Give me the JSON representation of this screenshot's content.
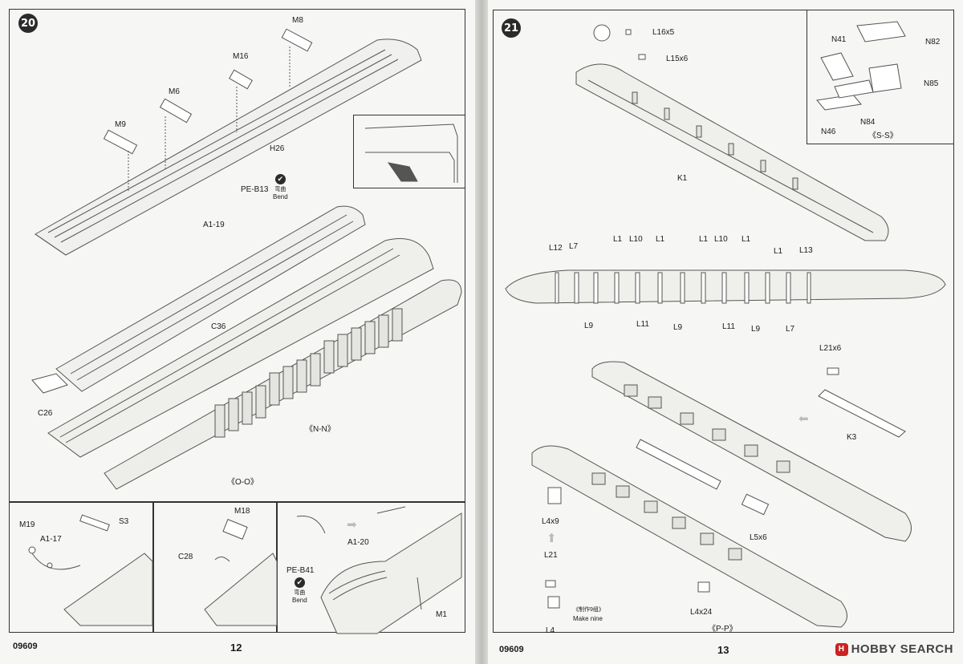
{
  "left_page": {
    "catalog_no": "09609",
    "page_no": "12",
    "step": "20",
    "labels": {
      "m8": "M8",
      "m16": "M16",
      "m6": "M6",
      "m9": "M9",
      "h26": "H26",
      "pe_b13": "PE-B13",
      "a1_19": "A1-19",
      "c36": "C36",
      "c26": "C26",
      "nn": "《N-N》",
      "oo": "《O-O》"
    },
    "bend_cn": "弯曲",
    "bend_en": "Bend",
    "sub_steps": {
      "s1": {
        "m19": "M19",
        "a1_17": "A1-17",
        "s3": "S3"
      },
      "s2": {
        "m18": "M18",
        "c28": "C28"
      },
      "s3": {
        "pe_b41": "PE-B41",
        "a1_20": "A1-20",
        "m1": "M1"
      }
    }
  },
  "right_page": {
    "catalog_no": "09609",
    "page_no": "13",
    "step": "21",
    "labels": {
      "l16x5": "L16x5",
      "l15x6": "L15x6",
      "k1": "K1",
      "n41": "N41",
      "n82": "N82",
      "n85": "N85",
      "n46": "N46",
      "n84": "N84",
      "ss": "《S-S》",
      "top_row": [
        "L12",
        "L7",
        "L1",
        "L10",
        "L1",
        "L1",
        "L10",
        "L1",
        "L13"
      ],
      "l1_top": "L1",
      "bottom_row": [
        "L9",
        "L11",
        "L9",
        "L11",
        "L9",
        "L7"
      ],
      "l21x6": "L21x6",
      "k3": "K3",
      "l5x6": "L5x6",
      "l4x9": "L4x9",
      "l21": "L21",
      "l4": "L4",
      "l4x24": "L4x24",
      "make_cn": "《制作9组》",
      "make_en": "Make nine",
      "pp": "《P-P》"
    }
  },
  "watermark": {
    "icon": "H",
    "text": "HOBBY SEARCH"
  }
}
